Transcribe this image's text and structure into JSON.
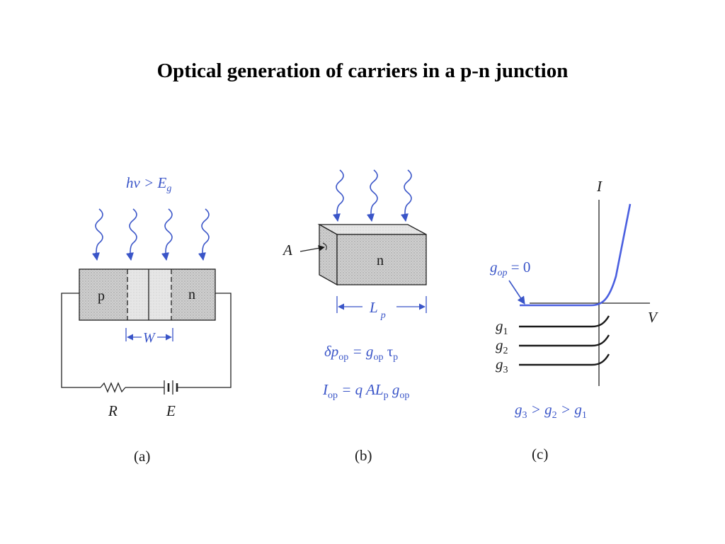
{
  "title": "Optical generation of carriers in a p-n junction",
  "colors": {
    "accent": "#3a55c8",
    "curve": "#4a5fe0",
    "shade": "#c8c8c8"
  },
  "panel_a": {
    "caption": "(a)",
    "photon": {
      "base": "hν > E",
      "sub": "g"
    },
    "p_label": "p",
    "n_label": "n",
    "width_label": "W",
    "resistor_label": "R",
    "battery_label": "E"
  },
  "panel_b": {
    "caption": "(b)",
    "area_label": "A",
    "region_label": "n",
    "length": {
      "base": "L",
      "sub": "p"
    },
    "eq1": {
      "lhs": "δp",
      "lhs_sub": "op",
      "rhs": " = g",
      "rhs_sub": "op",
      "tau": " τ",
      "tau_sub": "p"
    },
    "eq2": {
      "lhs": "I",
      "lhs_sub": "op",
      "mid": " = q AL",
      "mid_sub": "p",
      "g": " g",
      "g_sub": "op"
    }
  },
  "panel_c": {
    "caption": "(c)",
    "axis_i": "I",
    "axis_v": "V",
    "gop0": {
      "base": "g",
      "sub": "op",
      "rest": " = 0"
    },
    "g1": {
      "base": "g",
      "sub": "1"
    },
    "g2": {
      "base": "g",
      "sub": "2"
    },
    "g3": {
      "base": "g",
      "sub": "3"
    },
    "order": {
      "a": "g",
      "as": "3",
      "b": " > g",
      "bs": "2",
      "c": " > g",
      "cs": "1"
    }
  }
}
